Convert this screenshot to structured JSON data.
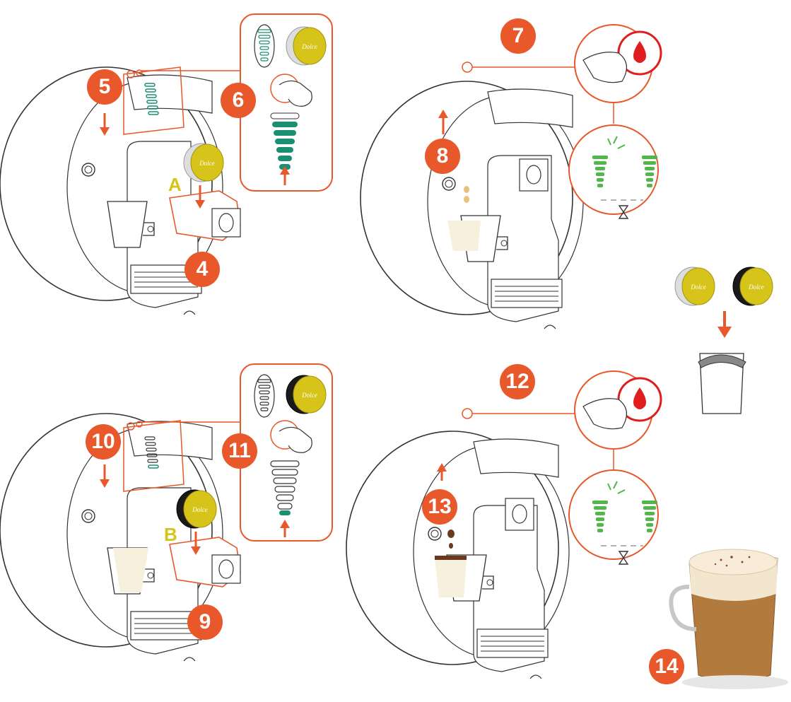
{
  "colors": {
    "orange": "#e8582a",
    "outline": "#333333",
    "teal": "#1a8f72",
    "green": "#4fb848",
    "red": "#e01e1e",
    "capsule_gold": "#d6c41a",
    "capsule_black": "#1a1a1a",
    "milk": "#f7f0dc",
    "coffee": "#6b3a1e",
    "cappuccino_foam": "#f3e6cf",
    "cappuccino_body": "#b37a3e"
  },
  "icons": {
    "pointing_hand": "pointing-hand-icon",
    "water_drop": "water-drop-icon",
    "hourglass": "hourglass-icon",
    "capsule": "capsule-icon",
    "waste_bin": "waste-bin-icon"
  },
  "steps": {
    "s4": "4",
    "s5": "5",
    "s6": "6",
    "s7": "7",
    "s8": "8",
    "s9": "9",
    "s10": "10",
    "s11": "11",
    "s12": "12",
    "s13": "13",
    "s14": "14"
  },
  "capsule_labels": {
    "a": "A",
    "b": "B"
  },
  "level_indicator": {
    "step6_active_bars": 6,
    "step11_active_bars": 1,
    "total_bars": 7
  }
}
